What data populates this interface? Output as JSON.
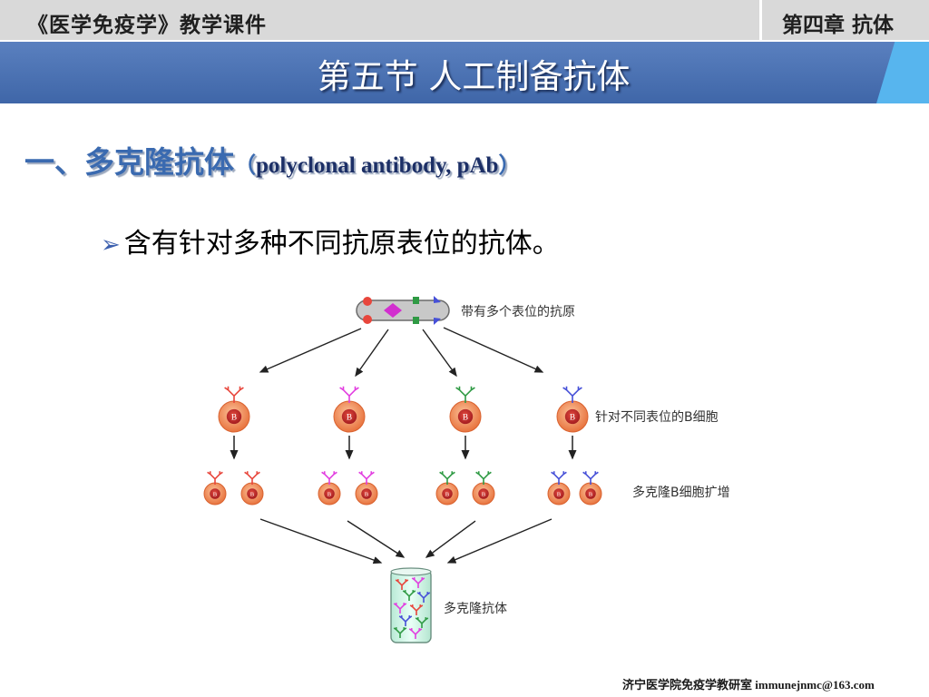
{
  "header": {
    "course": "《医学免疫学》教学课件",
    "chapter": "第四章  抗体"
  },
  "slide": {
    "title": "第五节  人工制备抗体",
    "heading": {
      "cn": "一、多克隆抗体",
      "open_paren": "（",
      "en": "polyclonal antibody, pAb",
      "close_paren": "）"
    },
    "bullet": "含有针对多种不同抗原表位的抗体。"
  },
  "diagram": {
    "antigen_label": "带有多个表位的抗原",
    "bcell_label": "针对不同表位的B细胞",
    "expansion_label": "多克隆B细胞扩增",
    "tube_label": "多克隆抗体",
    "cell_letter": "B",
    "colors": {
      "red": "#e8463c",
      "magenta": "#e23ee0",
      "green": "#2f9a44",
      "blue": "#4650d8",
      "cell_fill": "#f07e4a",
      "cell_nucleus": "#c0282a"
    }
  },
  "footer": {
    "text": "济宁医学院免疫学教研室   immunejnmc@163.com"
  }
}
